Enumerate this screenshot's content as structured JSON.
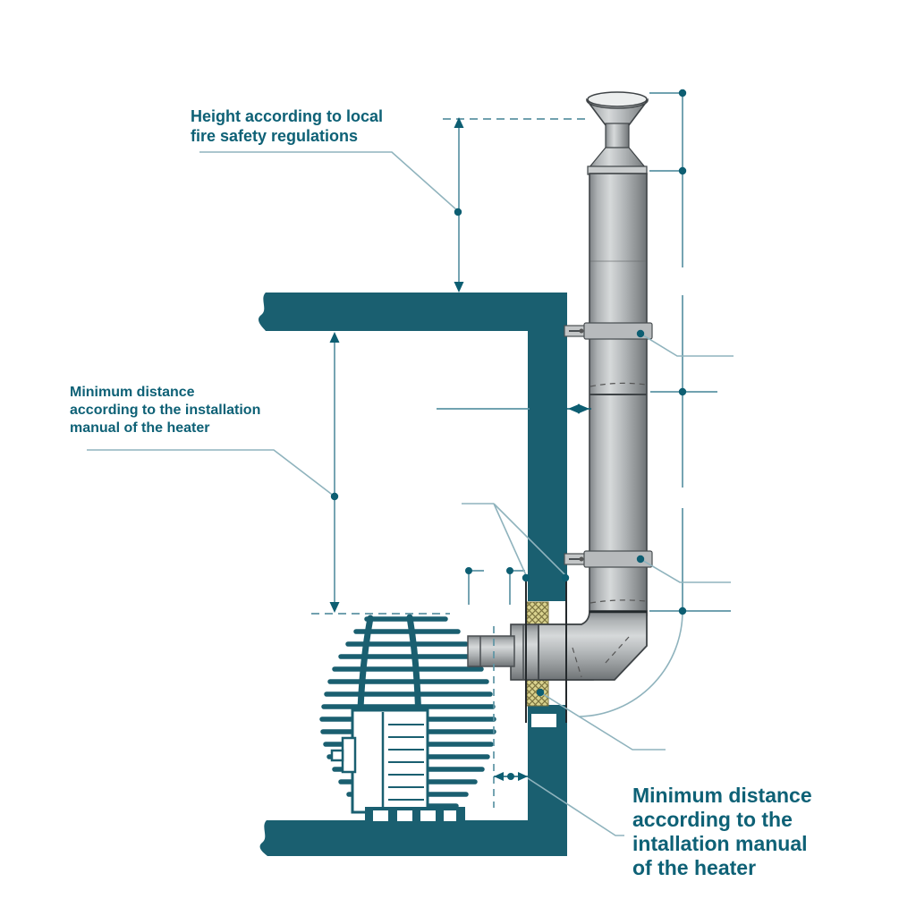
{
  "page": {
    "title": "Chimney installation clearance diagram",
    "background": "#FFFFFF"
  },
  "labels": {
    "height_regulation": {
      "lines": [
        "Height according to local",
        "fire safety regulations"
      ]
    },
    "min_distance_wall": {
      "lines": [
        "Minimum distance",
        "according to the installation",
        "manual of the heater"
      ]
    },
    "min_distance_heater": {
      "lines": [
        "Minimum distance",
        "according to the",
        "intallation manual",
        "of the heater"
      ]
    }
  },
  "colors": {
    "structure_teal": "#1A5F70",
    "label_teal": "#0E6176",
    "dimension_line": "#5D94A4",
    "leader_line": "#8FB3BD",
    "marker_dot": "#0D5E72",
    "pipe_light": "#D6D9DA",
    "pipe_mid": "#AEB2B4",
    "pipe_dark": "#6E7376",
    "pipe_outline": "#3E4346",
    "insulation_fill": "#D9D28E",
    "insulation_hatch": "#7C7440"
  }
}
